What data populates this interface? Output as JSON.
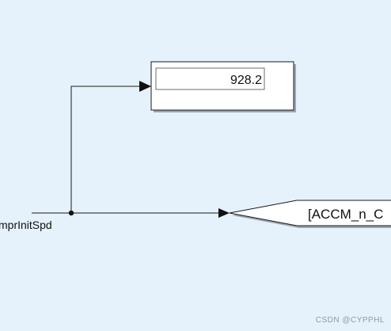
{
  "signal": {
    "label_visible": "mprInitSpd"
  },
  "display_block": {
    "value": "928.2"
  },
  "goto_block": {
    "tag_visible": "[ACCM_n_C"
  },
  "watermark": "CSDN @CYPPHL",
  "colors": {
    "background": "#e6f2fb",
    "line": "#1a1a1a",
    "block_fill": "#ffffff"
  }
}
